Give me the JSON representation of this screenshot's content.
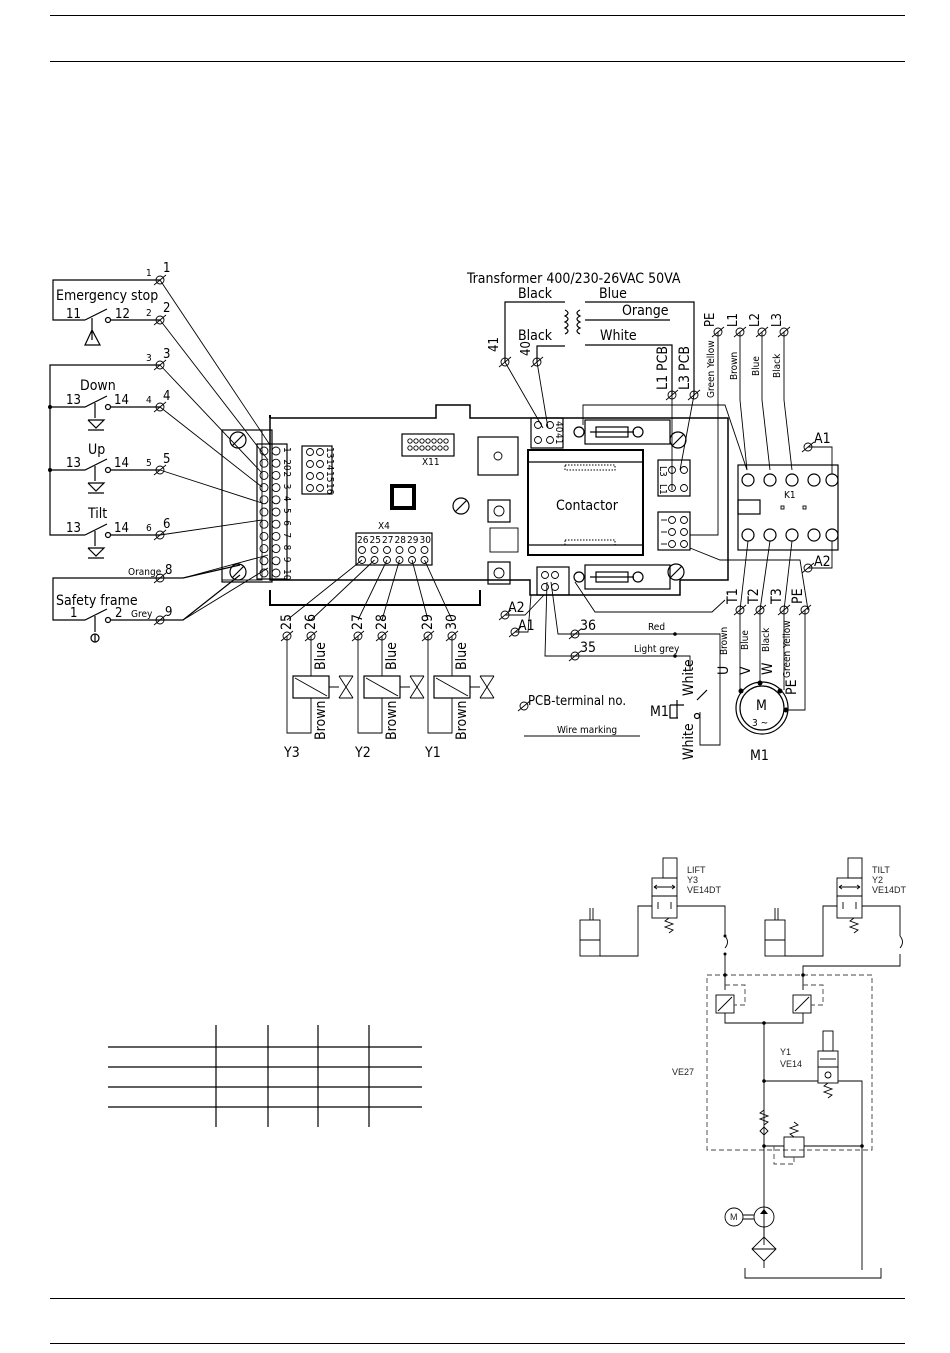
{
  "page": {
    "header_rules": 2,
    "footer_rules": 2
  },
  "wiring": {
    "switches": {
      "emergency_stop": {
        "label": "Emergency stop",
        "pin_in": "11",
        "pin_out": "12",
        "terminals": [
          "1",
          "2"
        ]
      },
      "down": {
        "label": "Down",
        "pin_in": "13",
        "pin_out": "14",
        "terminals": [
          "3",
          "4"
        ]
      },
      "up": {
        "label": "Up",
        "pin_in": "13",
        "pin_out": "14",
        "terminal": "5"
      },
      "tilt": {
        "label": "Tilt",
        "pin_in": "13",
        "pin_out": "14",
        "terminal": "6"
      },
      "safety_frame": {
        "label": "Safety frame",
        "pin_in": "1",
        "pin_out": "2",
        "wire_orange": "Orange",
        "wire_grey": "Grey",
        "terminals": [
          "8",
          "9"
        ]
      }
    },
    "transformer": {
      "title": "Transformer 400/230-26VAC 50VA",
      "primary_top": "Black",
      "primary_bottom": "Black",
      "secondary_blue": "Blue",
      "secondary_orange": "Orange",
      "secondary_white": "White",
      "terminals": [
        "41",
        "40"
      ],
      "pcb_labels": [
        "L1 PCB",
        "L3 PCB"
      ]
    },
    "pcb": {
      "x1_pins": [
        "1",
        "20",
        "2",
        "3",
        "4",
        "5",
        "6",
        "7",
        "8",
        "9",
        "10"
      ],
      "x2_pins": [
        "13",
        "14",
        "15",
        "16"
      ],
      "x4_label": "X4",
      "x4_pins": [
        "26",
        "25",
        "27",
        "28",
        "29",
        "30"
      ],
      "x7_pins": [
        "40",
        "41"
      ],
      "x8_pins": [
        "L3",
        "L1"
      ],
      "x11_label": "X11",
      "contactor_label": "Contactor"
    },
    "mains": {
      "terminals": [
        "PE",
        "L1",
        "L2",
        "L3"
      ],
      "wires": [
        "Green Yellow",
        "Brown",
        "Blue",
        "Black"
      ]
    },
    "k1": {
      "label": "K1",
      "coil": [
        "A1",
        "A2"
      ]
    },
    "motor_terminals": {
      "terminals": [
        "T1",
        "T2",
        "T3",
        "PE"
      ],
      "wires": [
        "Brown",
        "Blue",
        "Black",
        "Green Yellow"
      ],
      "windings": [
        "U",
        "V",
        "W",
        "PE"
      ],
      "motor_label": "M",
      "motor_sub": "3 ~",
      "name": "M1"
    },
    "thermal": {
      "terminals": [
        "36",
        "35"
      ],
      "wire_red": "Red",
      "wire_grey": "Light grey",
      "white_top": "White",
      "white_bottom": "White",
      "switch_label": "M1",
      "coil_a2": "A2",
      "coil_a1": "A1"
    },
    "valves": [
      {
        "name": "Y3",
        "terminals": [
          "25",
          "26"
        ],
        "wire_top": "Blue",
        "wire_bottom": "Brown"
      },
      {
        "name": "Y2",
        "terminals": [
          "27",
          "28"
        ],
        "wire_top": "Blue",
        "wire_bottom": "Brown"
      },
      {
        "name": "Y1",
        "terminals": [
          "29",
          "30"
        ],
        "wire_top": "Blue",
        "wire_bottom": "Brown"
      }
    ],
    "legend": {
      "pcb_terminal": "PCB-terminal no.",
      "wire_marking": "Wire marking"
    }
  },
  "hydraulic": {
    "lift_valve": {
      "name": "LIFT",
      "id": "Y3",
      "model": "VE14DT"
    },
    "tilt_valve": {
      "name": "TILT",
      "id": "Y2",
      "model": "VE14DT"
    },
    "lower_valve": {
      "id": "Y1",
      "model": "VE14"
    },
    "block": "VE27",
    "pump_motor": "M"
  },
  "table": {
    "columns": 5,
    "rows": 5,
    "cells": []
  }
}
